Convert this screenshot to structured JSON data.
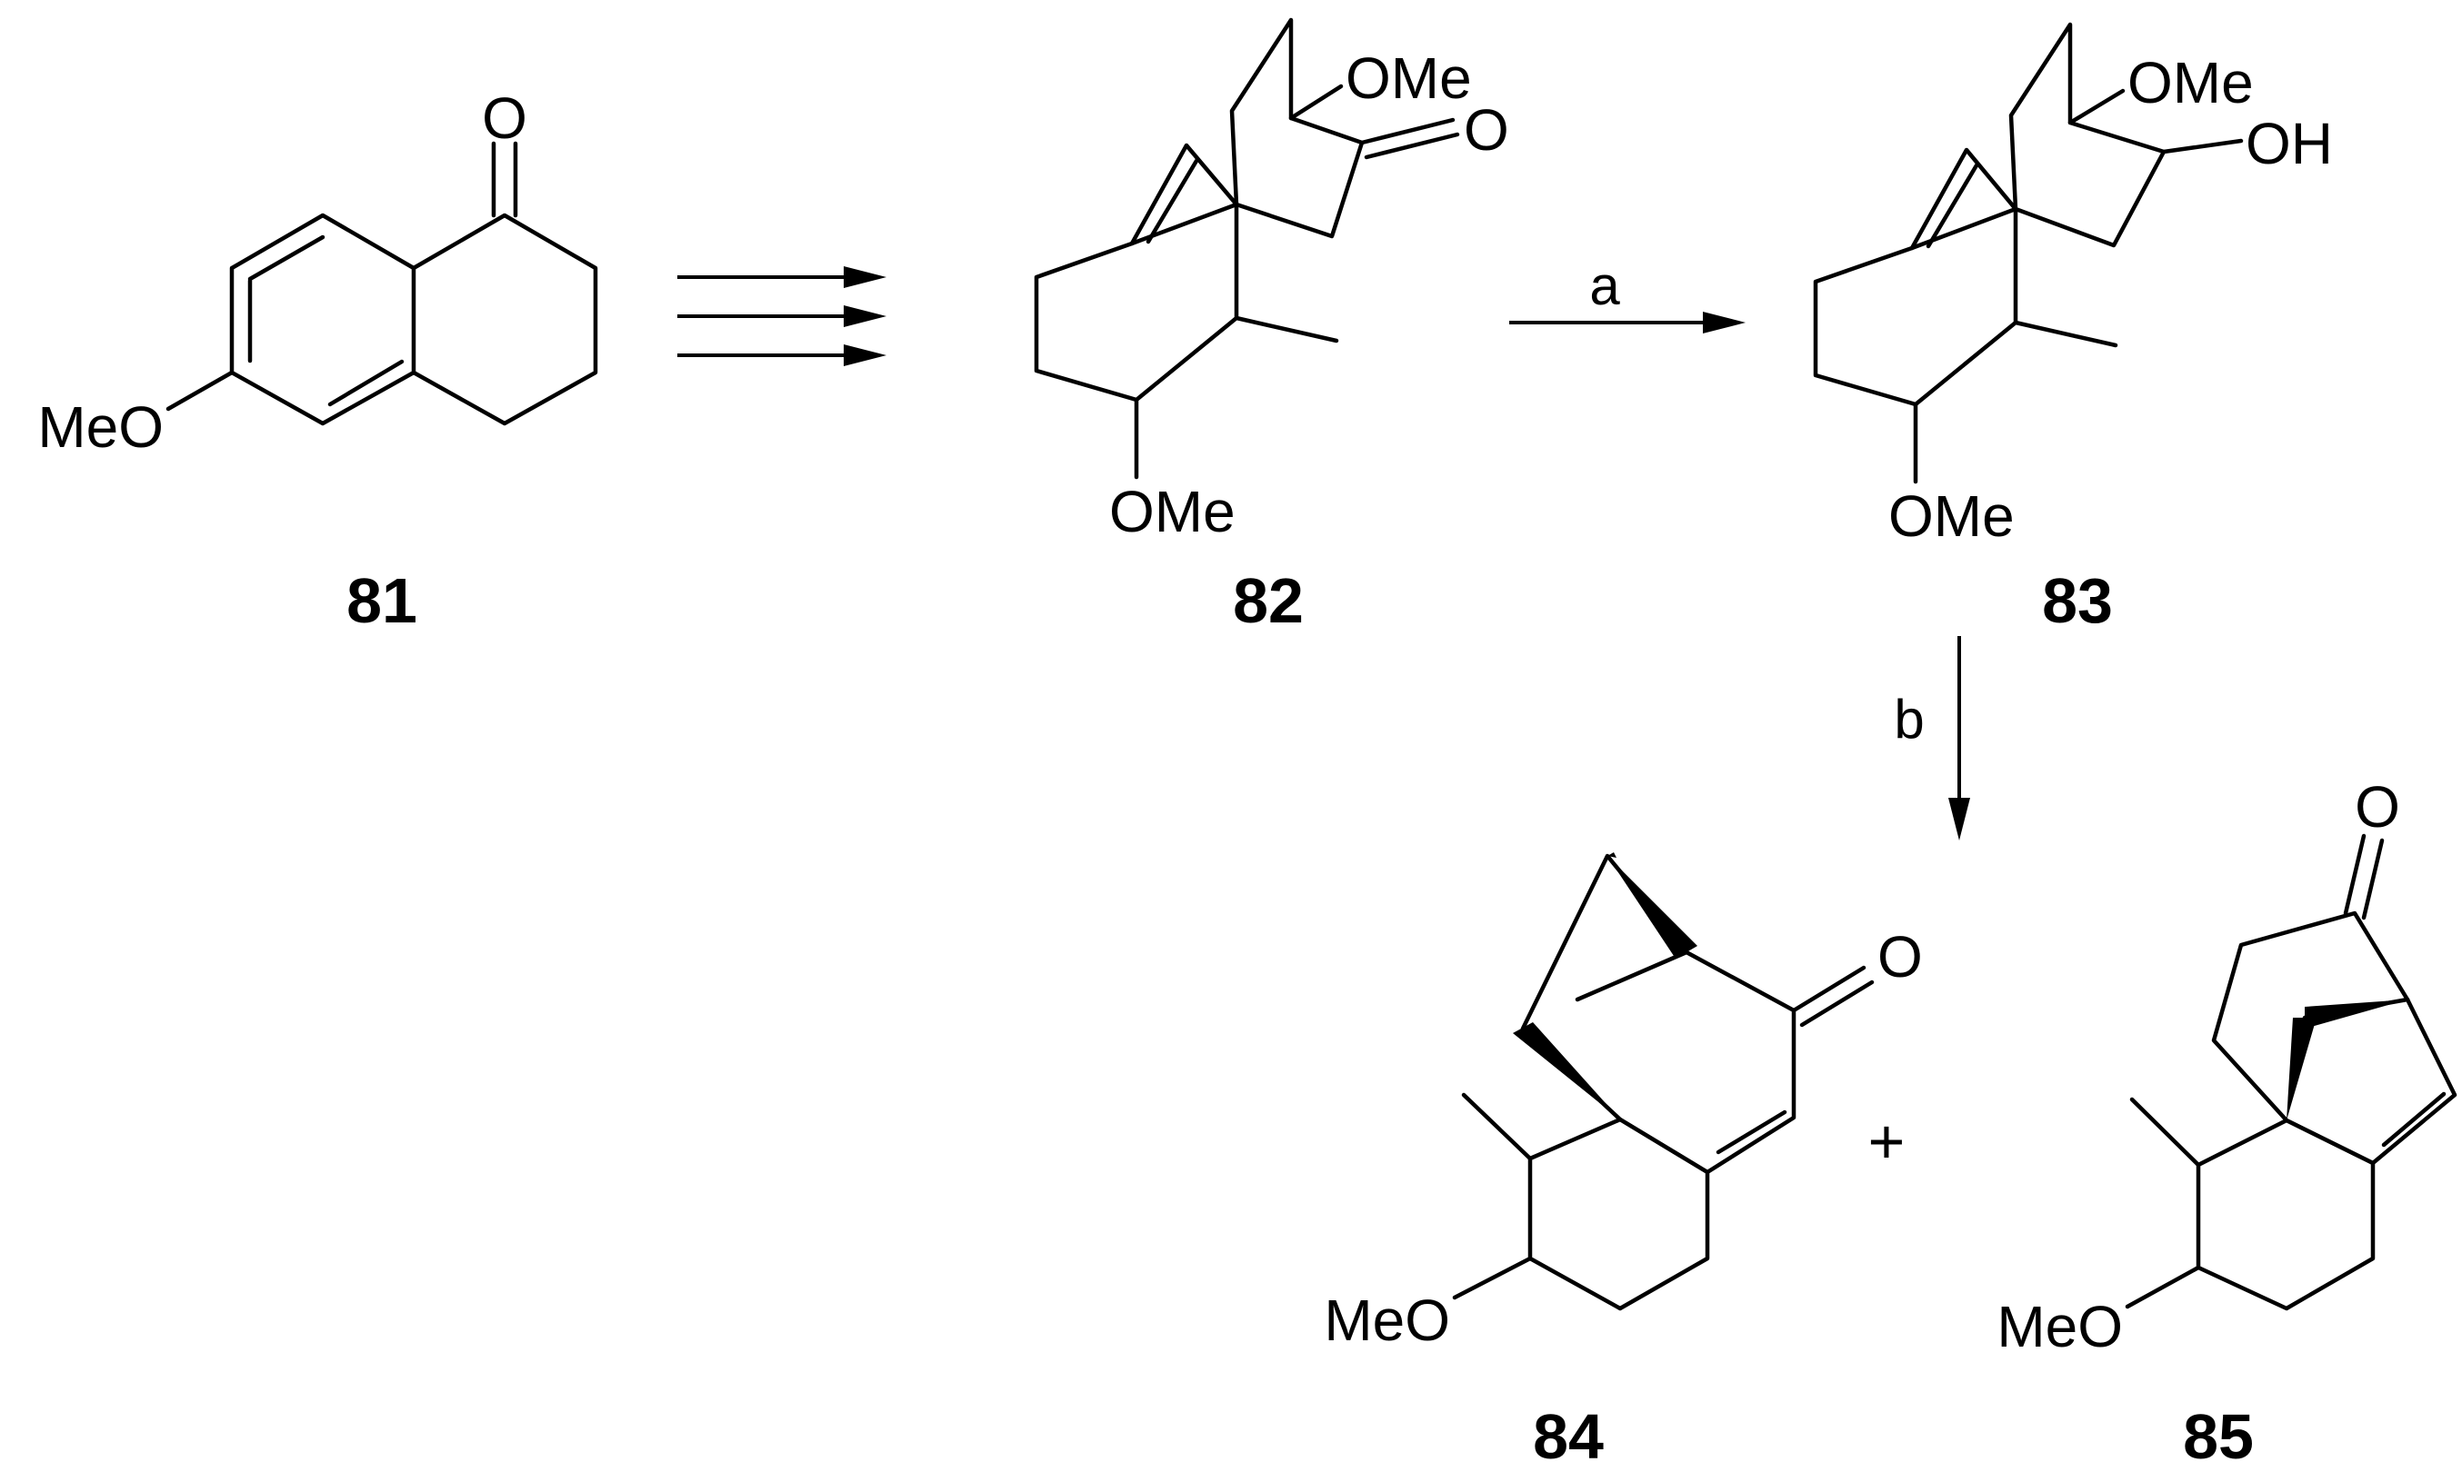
{
  "scheme": {
    "compounds": [
      {
        "id": "81",
        "label": "81",
        "substituents": [
          "O",
          "MeO"
        ]
      },
      {
        "id": "82",
        "label": "82",
        "substituents": [
          "OMe",
          "O",
          "OMe"
        ]
      },
      {
        "id": "83",
        "label": "83",
        "substituents": [
          "OMe",
          "OH",
          "OMe"
        ]
      },
      {
        "id": "84",
        "label": "84",
        "substituents": [
          "O",
          "MeO"
        ]
      },
      {
        "id": "85",
        "label": "85",
        "substituents": [
          "O",
          "MeO"
        ]
      }
    ],
    "steps": [
      {
        "from": "81",
        "to": "82",
        "type": "multistep",
        "label": ""
      },
      {
        "from": "82",
        "to": "83",
        "type": "single",
        "label": "a"
      },
      {
        "from": "83",
        "to": "84 + 85",
        "type": "single",
        "label": "b"
      }
    ],
    "plus_sign": "+"
  }
}
